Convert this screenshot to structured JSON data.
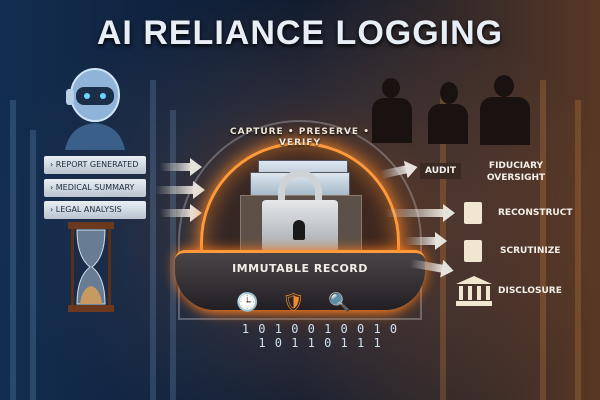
{
  "title": "AI RELIANCE LOGGING",
  "inputs": [
    {
      "label": "REPORT GENERATED",
      "icon": "chevron-right-icon"
    },
    {
      "label": "MEDICAL SUMMARY",
      "icon": "chevron-right-icon"
    },
    {
      "label": "LEGAL ANALYSIS",
      "icon": "chevron-right-icon"
    }
  ],
  "center": {
    "motto": "CAPTURE • PRESERVE • VERIFY",
    "record_label": "IMMUTABLE RECORD",
    "base_icons": [
      "clock-icon",
      "shield-icon",
      "magnifier-icon"
    ],
    "binary": "1 0 1 0 0 1 0 0 1 0 1 0 1 1 0 1 1 1"
  },
  "outputs": {
    "audit": "AUDIT",
    "fiduciary": "FIDUCIARY OVERSIGHT",
    "actions": [
      {
        "label": "RECONSTRUCT",
        "icon": "document-check-icon"
      },
      {
        "label": "SCRUTINIZE",
        "icon": "document-magnifier-icon"
      },
      {
        "label": "DISCLOSURE",
        "icon": "courthouse-icon"
      }
    ]
  },
  "colors": {
    "accent": "#ff9a3a",
    "background": "#0d1a2e"
  }
}
